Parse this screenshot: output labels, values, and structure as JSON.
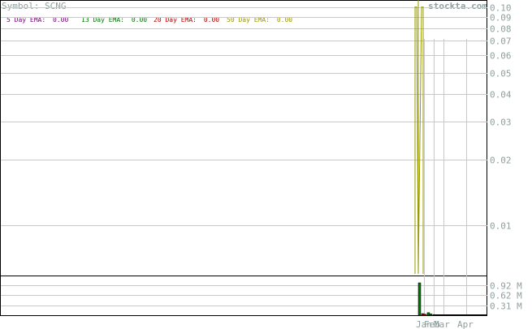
{
  "header": {
    "symbol_text": "Symbol: SCNG",
    "site_text": "stockta.com"
  },
  "legend": [
    {
      "label": "5 Day EMA:",
      "value": "0.00",
      "color": "#7a007a"
    },
    {
      "label": "13 Day EMA:",
      "value": "0.00",
      "color": "#007700"
    },
    {
      "label": "20 Day EMA:",
      "value": "0.00",
      "color": "#bb0000"
    },
    {
      "label": "50 Day EMA:",
      "value": "0.00",
      "color": "#999900"
    }
  ],
  "colors": {
    "frame": "#000000",
    "grid": "#c8c8c8",
    "axis_text": "#8f9f9f",
    "price_line": "#999900",
    "volume_up": "#007700",
    "volume_down": "#bb0000"
  },
  "chart_data": [
    {
      "type": "line",
      "scale": "log",
      "ylim": [
        0.006,
        0.104
      ],
      "yticks": [
        "0.10",
        "0.09",
        "0.08",
        "0.07",
        "0.06",
        "0.05",
        "0.04",
        "0.03",
        "0.02",
        "0.01"
      ],
      "ytick_values": [
        0.1,
        0.09,
        0.08,
        0.07,
        0.06,
        0.05,
        0.04,
        0.03,
        0.02,
        0.01
      ],
      "xticks": [
        "Jan",
        "Feb",
        "Mar",
        "Apr"
      ],
      "series": [
        {
          "values": [
            0.006,
            0.1,
            0.1,
            0.006,
            0.1,
            0.1,
            0.006
          ]
        }
      ]
    },
    {
      "type": "bar",
      "ylim": [
        0,
        1.2
      ],
      "yticks": [
        "0.92 M",
        "0.62 M",
        "0.31 M"
      ],
      "ytick_values": [
        0.92,
        0.62,
        0.31
      ],
      "bars": [
        {
          "value": 1.0,
          "direction": "up"
        },
        {
          "value": 0.05,
          "direction": "down"
        },
        {
          "value": 0.03,
          "direction": "down"
        },
        {
          "value": 0.08,
          "direction": "up"
        },
        {
          "value": 0.04,
          "direction": "up"
        },
        {
          "value": 0.02,
          "direction": "up"
        }
      ]
    }
  ]
}
